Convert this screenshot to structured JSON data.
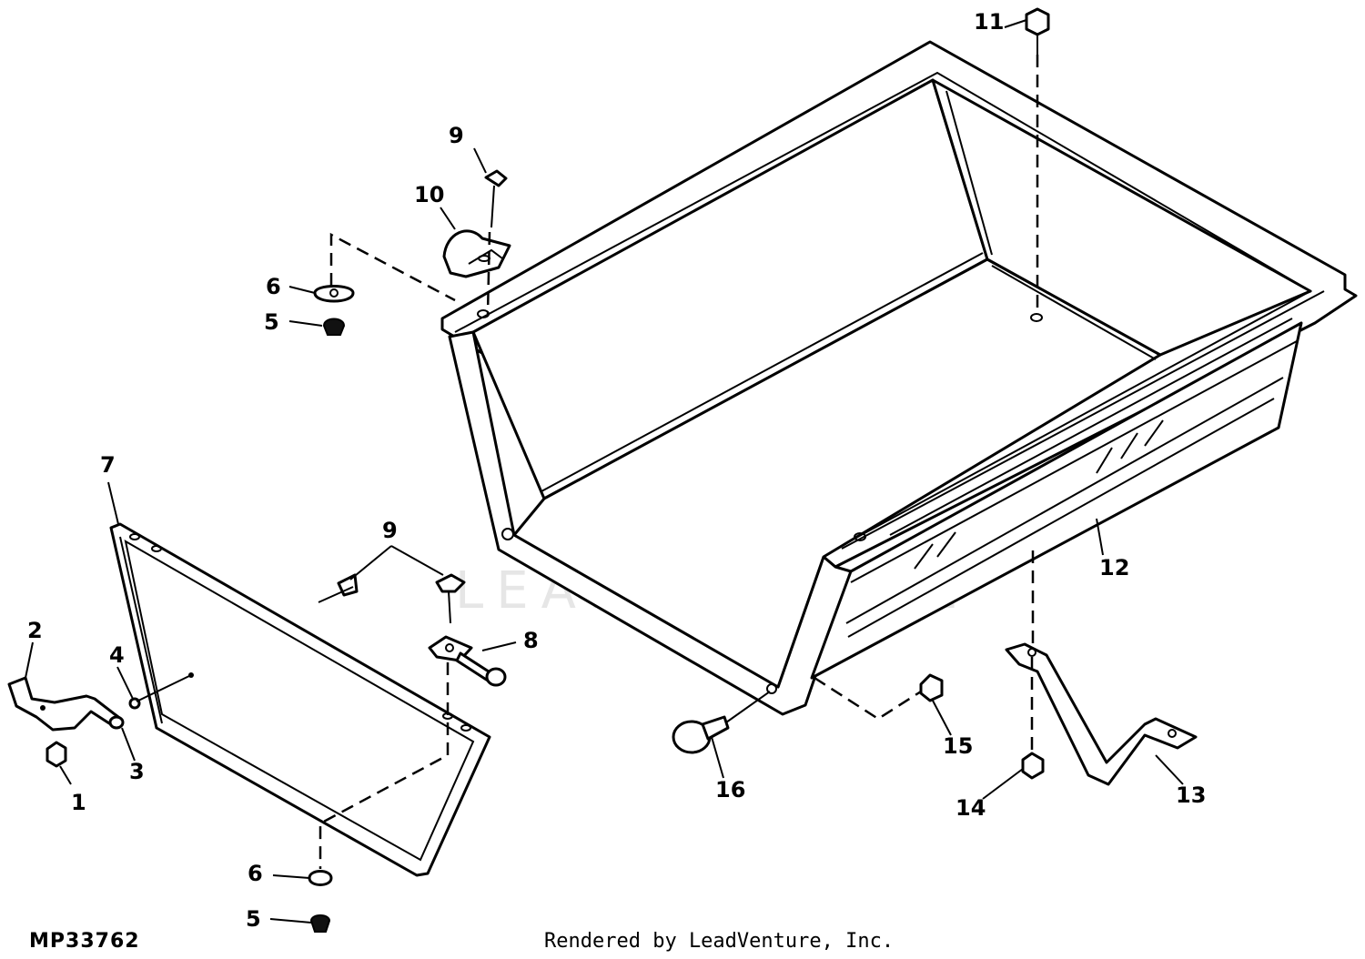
{
  "diagram": {
    "figure_code": "MP33762",
    "credit": "Rendered by LeadVenture, Inc.",
    "watermark": "LEADVENTURE",
    "callouts": {
      "c1": "1",
      "c2": "2",
      "c3": "3",
      "c4": "4",
      "c5a": "5",
      "c5b": "5",
      "c6a": "6",
      "c6b": "6",
      "c7": "7",
      "c8": "8",
      "c9a": "9",
      "c9b": "9",
      "c10": "10",
      "c11": "11",
      "c12": "12",
      "c13": "13",
      "c14": "14",
      "c15": "15",
      "c16": "16"
    }
  }
}
